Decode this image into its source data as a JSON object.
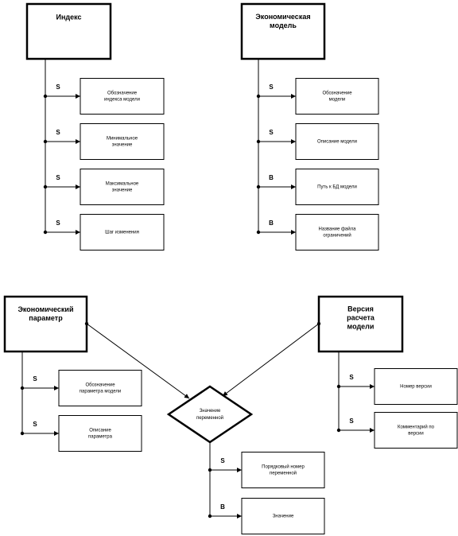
{
  "entities": {
    "index": {
      "title": [
        "Индекс"
      ],
      "attributes": [
        {
          "tag": "S",
          "label": [
            "Обозначение",
            "индекса модели"
          ]
        },
        {
          "tag": "S",
          "label": [
            "Минимальное",
            "значение"
          ]
        },
        {
          "tag": "S",
          "label": [
            "Максимальное",
            "значение"
          ]
        },
        {
          "tag": "S",
          "label": [
            "Шаг изменения"
          ]
        }
      ]
    },
    "econ_model": {
      "title": [
        "Экономическая",
        "модель"
      ],
      "attributes": [
        {
          "tag": "S",
          "label": [
            "Обозначение",
            "модели"
          ]
        },
        {
          "tag": "S",
          "label": [
            "Описание модели"
          ]
        },
        {
          "tag": "B",
          "label": [
            "Путь к БД модели"
          ]
        },
        {
          "tag": "B",
          "label": [
            "Название файла",
            "ограничений"
          ]
        }
      ]
    },
    "econ_param": {
      "title": [
        "Экономический",
        "параметр"
      ],
      "attributes": [
        {
          "tag": "S",
          "label": [
            "Обозначение",
            "параметра модели"
          ]
        },
        {
          "tag": "S",
          "label": [
            "Описание",
            "параметра"
          ]
        }
      ]
    },
    "model_version": {
      "title": [
        "Версия",
        "расчета",
        "модели"
      ],
      "attributes": [
        {
          "tag": "S",
          "label": [
            "Номер версии"
          ]
        },
        {
          "tag": "S",
          "label": [
            "Комментарий по",
            "версии"
          ]
        }
      ]
    }
  },
  "relationship": {
    "title": [
      "Значение",
      "переменной"
    ],
    "attributes": [
      {
        "tag": "S",
        "label": [
          "Порядковый номер",
          "переменной"
        ]
      },
      {
        "tag": "B",
        "label": [
          "Значение"
        ]
      }
    ]
  },
  "colors": {
    "line": "#000000",
    "background": "#ffffff"
  }
}
